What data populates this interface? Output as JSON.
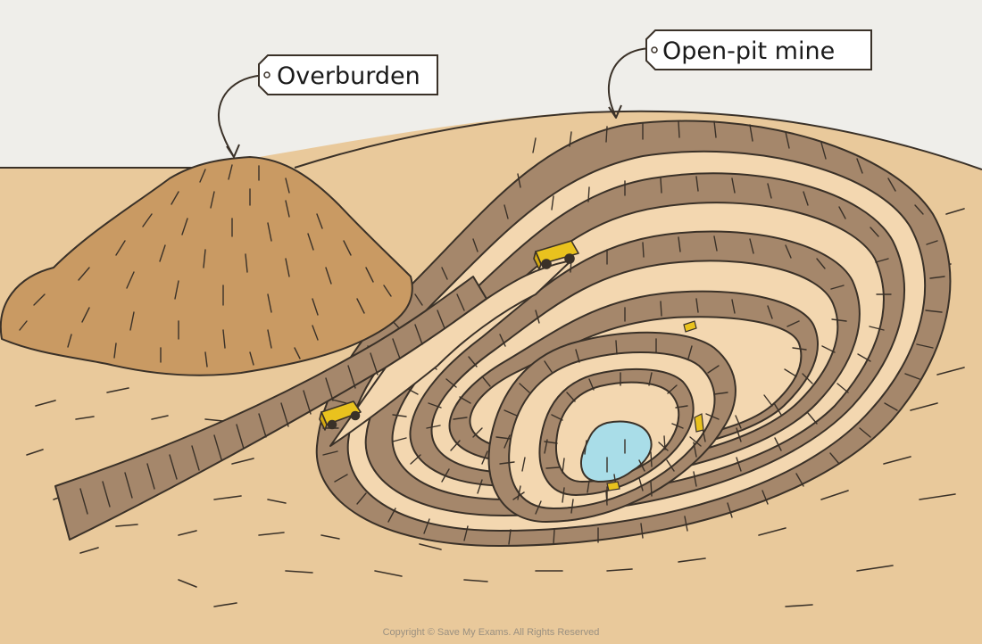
{
  "labels": {
    "overburden": "Overburden",
    "open_pit_mine": "Open-pit mine"
  },
  "copyright": "Copyright © Save My Exams. All Rights Reserved",
  "colors": {
    "sky": "#efeeea",
    "ground": "#e9c99b",
    "wall": "#a5876b",
    "bench": "#f3d7b0",
    "overburden": "#c99a63",
    "water": "#a9dde8",
    "truck": "#e9c21e",
    "outline": "#3a3128"
  }
}
